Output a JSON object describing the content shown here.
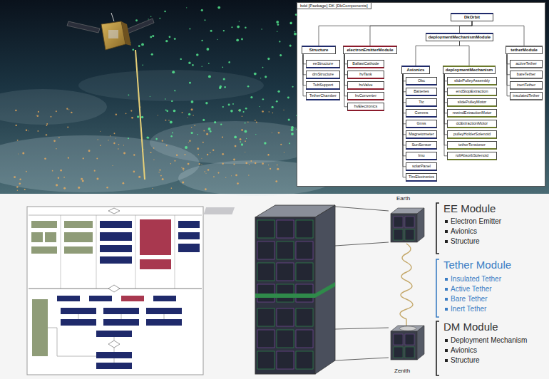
{
  "diagram": {
    "nodes": [
      {
        "text": [
          "bdd [Package] DK [DkComponents]"
        ]
      },
      {
        "text": [
          "DkOrbit"
        ],
        "in": 0
      },
      {
        "text": [
          "Structure"
        ],
        "in": 0
      },
      {
        "text": [
          "electronEmitterModule"
        ],
        "in": 0
      },
      {
        "text": [
          "deploymentMechanismModule"
        ],
        "in": 0
      },
      {
        "text": [
          "tetherModule"
        ],
        "in": 0
      },
      {
        "text": [
          "Avionics"
        ],
        "in": 0
      },
      {
        "text": [
          "deploymentMechanism"
        ],
        "in": 0
      },
      {
        "text": [
          "eeStructure"
        ],
        "in": 0
      },
      {
        "text": [
          "dmStructure"
        ],
        "in": 0
      },
      {
        "text": [
          "TubSupport"
        ],
        "in": 0
      },
      {
        "text": [
          "TetherChamber"
        ],
        "in": 0
      },
      {
        "text": [
          "BallastCathode"
        ],
        "in": 0
      },
      {
        "text": [
          "hvTank"
        ],
        "in": 0
      },
      {
        "text": [
          "hvValve"
        ],
        "in": 0
      },
      {
        "text": [
          "hvConverter"
        ],
        "in": 0
      },
      {
        "text": [
          "hvElectronics"
        ],
        "in": 0
      },
      {
        "text": [
          "Obc"
        ],
        "in": 0
      },
      {
        "text": [
          "Batteries"
        ],
        "in": 0
      },
      {
        "text": [
          "Ttc"
        ],
        "in": 0
      },
      {
        "text": [
          "Comms"
        ],
        "in": 0
      },
      {
        "text": [
          "Gnss"
        ],
        "in": 0
      },
      {
        "text": [
          "Magnetometer"
        ],
        "in": 0
      },
      {
        "text": [
          "SunSensor"
        ],
        "in": 0
      },
      {
        "text": [
          "Imu"
        ],
        "in": 0
      },
      {
        "text": [
          "solarPanel"
        ],
        "in": 0
      },
      {
        "text": [
          "TlmElectronics"
        ],
        "in": 0
      },
      {
        "text": [
          "slidePulleyAssembly"
        ],
        "in": 0
      },
      {
        "text": [
          "endStopExtraction"
        ],
        "in": 0
      },
      {
        "text": [
          "slidePulleyMotor"
        ],
        "in": 0
      },
      {
        "text": [
          "rewindExtractionMotor"
        ],
        "in": 0
      },
      {
        "text": [
          "dcExtractionMotor"
        ],
        "in": 0
      },
      {
        "text": [
          "pulleyHolderSolenoid"
        ],
        "in": 0
      },
      {
        "text": [
          "tetherTensioner"
        ],
        "in": 0
      },
      {
        "text": [
          "rollAbsorbSolenoid"
        ],
        "in": 0
      },
      {
        "text": [
          "activeTether"
        ],
        "in": 0
      },
      {
        "text": [
          "bareTether"
        ],
        "in": 0
      },
      {
        "text": [
          "inertTether"
        ],
        "in": 0
      },
      {
        "text": [
          "insulatedTether"
        ],
        "in": 0
      }
    ],
    "edges": [
      {
        "from": 1,
        "to": 2,
        "arrow": "none"
      },
      {
        "from": 1,
        "to": 3,
        "arrow": "none"
      },
      {
        "from": 1,
        "to": 4,
        "arrow": "none"
      },
      {
        "from": 1,
        "to": 5,
        "arrow": "none"
      },
      {
        "from": 4,
        "to": 6,
        "arrow": "none"
      },
      {
        "from": 4,
        "to": 7,
        "arrow": "none"
      },
      {
        "from": 2,
        "to": 8,
        "arrow": "none"
      },
      {
        "from": 2,
        "to": 9,
        "arrow": "none"
      },
      {
        "from": 2,
        "to": 10,
        "arrow": "none"
      },
      {
        "from": 2,
        "to": 11,
        "arrow": "none"
      },
      {
        "from": 3,
        "to": 12,
        "arrow": "none"
      },
      {
        "from": 3,
        "to": 13,
        "arrow": "none"
      },
      {
        "from": 3,
        "to": 14,
        "arrow": "none"
      },
      {
        "from": 3,
        "to": 15,
        "arrow": "none"
      },
      {
        "from": 3,
        "to": 16,
        "arrow": "none"
      },
      {
        "from": 6,
        "to": 17,
        "arrow": "none"
      },
      {
        "from": 6,
        "to": 18,
        "arrow": "none"
      },
      {
        "from": 6,
        "to": 19,
        "arrow": "none"
      },
      {
        "from": 6,
        "to": 20,
        "arrow": "none"
      },
      {
        "from": 6,
        "to": 21,
        "arrow": "none"
      },
      {
        "from": 6,
        "to": 22,
        "arrow": "none"
      },
      {
        "from": 6,
        "to": 23,
        "arrow": "none"
      },
      {
        "from": 6,
        "to": 24,
        "arrow": "none"
      },
      {
        "from": 6,
        "to": 25,
        "arrow": "none"
      },
      {
        "from": 6,
        "to": 26,
        "arrow": "none"
      },
      {
        "from": 7,
        "to": 27,
        "arrow": "none"
      },
      {
        "from": 7,
        "to": 28,
        "arrow": "none"
      },
      {
        "from": 7,
        "to": 29,
        "arrow": "none"
      },
      {
        "from": 7,
        "to": 30,
        "arrow": "none"
      },
      {
        "from": 7,
        "to": 31,
        "arrow": "none"
      },
      {
        "from": 7,
        "to": 32,
        "arrow": "none"
      },
      {
        "from": 7,
        "to": 33,
        "arrow": "none"
      },
      {
        "from": 7,
        "to": 34,
        "arrow": "none"
      },
      {
        "from": 5,
        "to": 35,
        "arrow": "none"
      },
      {
        "from": 5,
        "to": 36,
        "arrow": "none"
      },
      {
        "from": 5,
        "to": 37,
        "arrow": "none"
      },
      {
        "from": 5,
        "to": 38,
        "arrow": "none"
      }
    ],
    "labels": [
      "Earth",
      "EE Module",
      "Electron Emitter",
      "Avionics",
      "Structure",
      "Tether Module",
      "Insulated Tether",
      "Active Tether",
      "Bare Tether",
      "Inert Tether",
      "DM Module",
      "Deployment Mechanism",
      "Avionics",
      "Structure",
      "Zenith"
    ]
  }
}
